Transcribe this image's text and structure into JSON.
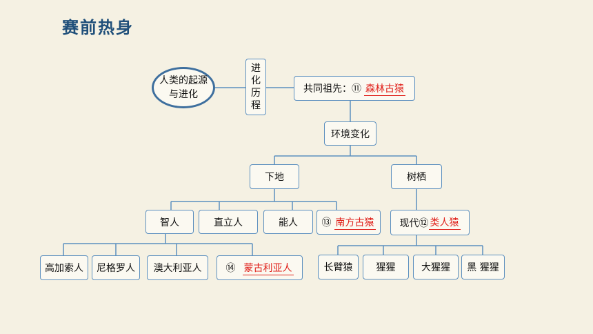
{
  "title": "赛前热身",
  "colors": {
    "line": "#5b8fbf",
    "answer": "#e0201a",
    "title": "#1f4f7a"
  },
  "nodes": {
    "root": "人类的起源与进化",
    "process": "进化历程",
    "ancestor_prefix": "共同祖先：⑪",
    "ancestor_answer": "森林古猿",
    "env": "环境变化",
    "ground": "下地",
    "tree": "树栖",
    "zhiren": "智人",
    "zhiliren": "直立人",
    "nengren": "能人",
    "n13_prefix": "⑬",
    "n13_answer": "南方古猿",
    "modern_prefix": "现代⑫",
    "modern_answer": "类人猿",
    "gaojiasuo": "高加索人",
    "nigeluo": "尼格罗人",
    "aodaliya": "澳大利亚人",
    "n14_prefix": "⑭",
    "n14_answer": "蒙古利亚人",
    "changbiyuan": "长臂猿",
    "xingxing": "猩猩",
    "daxingxing": "大猩猩",
    "heixingxing": "黑 猩猩"
  }
}
